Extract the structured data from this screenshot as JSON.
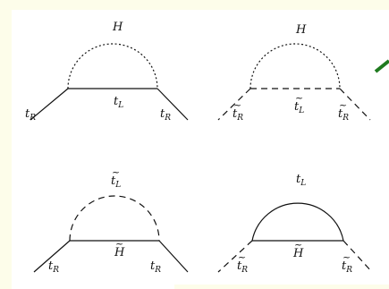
{
  "diagrams": [
    {
      "loop_label": {
        "base": "H",
        "sub": "",
        "tilde": false
      },
      "loop_style": "dotted",
      "line_label": {
        "base": "t",
        "sub": "L",
        "tilde": false
      },
      "line_style": "solid",
      "left_leg": {
        "base": "t",
        "sub": "R",
        "tilde": false
      },
      "right_leg": {
        "base": "t",
        "sub": "R",
        "tilde": false
      },
      "leg_style": "solid"
    },
    {
      "loop_label": {
        "base": "H",
        "sub": "",
        "tilde": false
      },
      "loop_style": "dotted",
      "line_label": {
        "base": "t",
        "sub": "L",
        "tilde": true
      },
      "line_style": "dashed",
      "left_leg": {
        "base": "t",
        "sub": "R",
        "tilde": true
      },
      "right_leg": {
        "base": "t",
        "sub": "R",
        "tilde": true
      },
      "leg_style": "dashed"
    },
    {
      "loop_label": {
        "base": "t",
        "sub": "L",
        "tilde": true
      },
      "loop_style": "dashed",
      "line_label": {
        "base": "H",
        "sub": "",
        "tilde": true
      },
      "line_style": "solid",
      "left_leg": {
        "base": "t",
        "sub": "R",
        "tilde": false
      },
      "right_leg": {
        "base": "t",
        "sub": "R",
        "tilde": false
      },
      "leg_style": "solid"
    },
    {
      "loop_label": {
        "base": "t",
        "sub": "L",
        "tilde": false
      },
      "loop_style": "solid",
      "line_label": {
        "base": "H",
        "sub": "",
        "tilde": true
      },
      "line_style": "solid",
      "left_leg": {
        "base": "t",
        "sub": "R",
        "tilde": true
      },
      "right_leg": {
        "base": "t",
        "sub": "R",
        "tilde": true
      },
      "leg_style": "dashed"
    }
  ],
  "colors": {
    "background": "#fdfdea",
    "panel": "#ffffff",
    "ink": "#111111",
    "arrow": "#1f7a1f"
  }
}
